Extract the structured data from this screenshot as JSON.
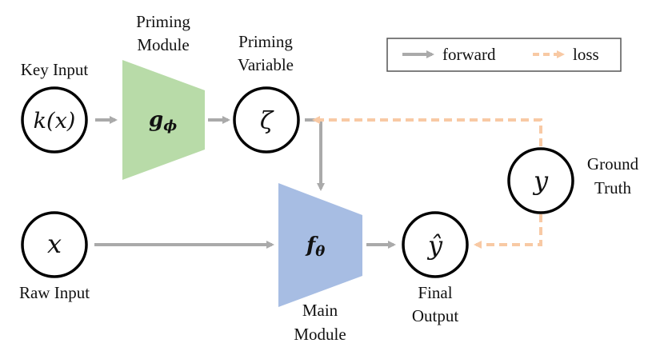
{
  "labels": {
    "key_input": "Key Input",
    "priming_module_1": "Priming",
    "priming_module_2": "Module",
    "priming_variable_1": "Priming",
    "priming_variable_2": "Variable",
    "raw_input": "Raw Input",
    "main_module_1": "Main",
    "main_module_2": "Module",
    "final_output_1": "Final",
    "final_output_2": "Output",
    "ground_truth_1": "Ground",
    "ground_truth_2": "Truth"
  },
  "symbols": {
    "key": "k(x)",
    "priming_fn_base": "g",
    "priming_fn_sub": "ϕ",
    "zeta": "ζ",
    "x": "x",
    "main_fn_base": "f",
    "main_fn_sub": "θ",
    "y_hat": "ŷ",
    "y": "y"
  },
  "legend": {
    "forward": "forward",
    "loss": "loss"
  },
  "colors": {
    "forward_arrow": "#aaaaaa",
    "loss_arrow": "#f8c9a4",
    "priming_module_fill": "#b8dba8",
    "main_module_fill": "#a7bde3",
    "node_stroke": "#000000"
  }
}
